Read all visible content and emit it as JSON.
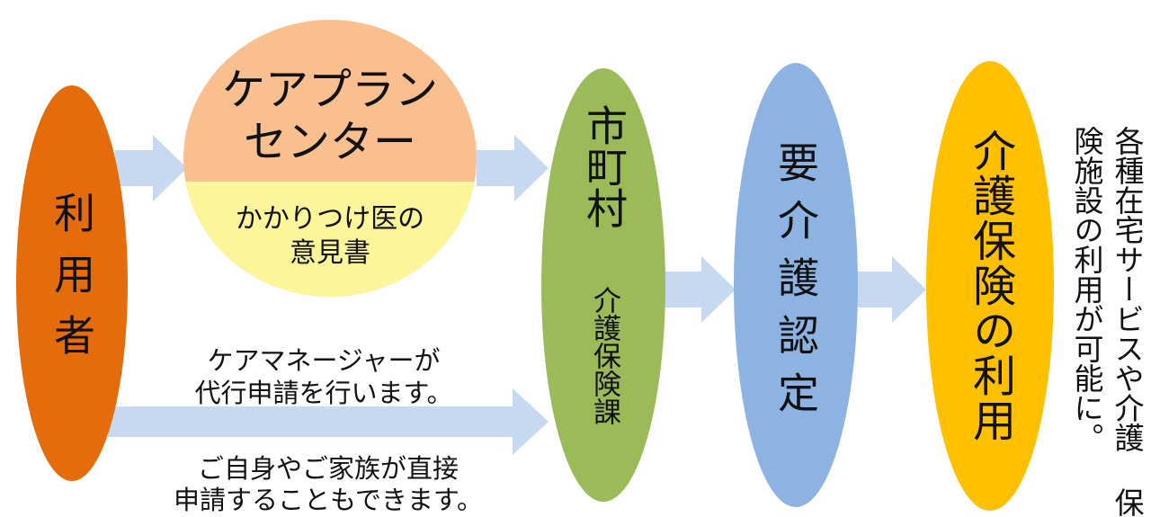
{
  "colors": {
    "user": "#e46c0a",
    "careplan": "#f9bf8f",
    "doctor_panel": "#fdf59a",
    "city": "#9bbb59",
    "nintei": "#8db3e2",
    "riyou": "#ffc000",
    "arrow": "#c6d9f1"
  },
  "user": {
    "label": "利用者"
  },
  "careplan": {
    "title_line1": "ケアプラン",
    "title_line2": "センター",
    "sub_line1": "かかりつけ医の",
    "sub_line2": "意見書"
  },
  "city": {
    "title": "市町村",
    "dept": "介護保険課"
  },
  "nintei": {
    "label": "要介護認定"
  },
  "riyou": {
    "label": "介護保険の利用"
  },
  "caremanager_note": {
    "line1": "ケアマネージャーが",
    "line2": "代行申請を行います。"
  },
  "self_note": {
    "line1": "ご自身やご家族が直接",
    "line2": "申請することもできます。"
  },
  "result_note": {
    "line1": "各種在宅サービスや介護",
    "line2": "保険施設の利用が可能に。"
  }
}
